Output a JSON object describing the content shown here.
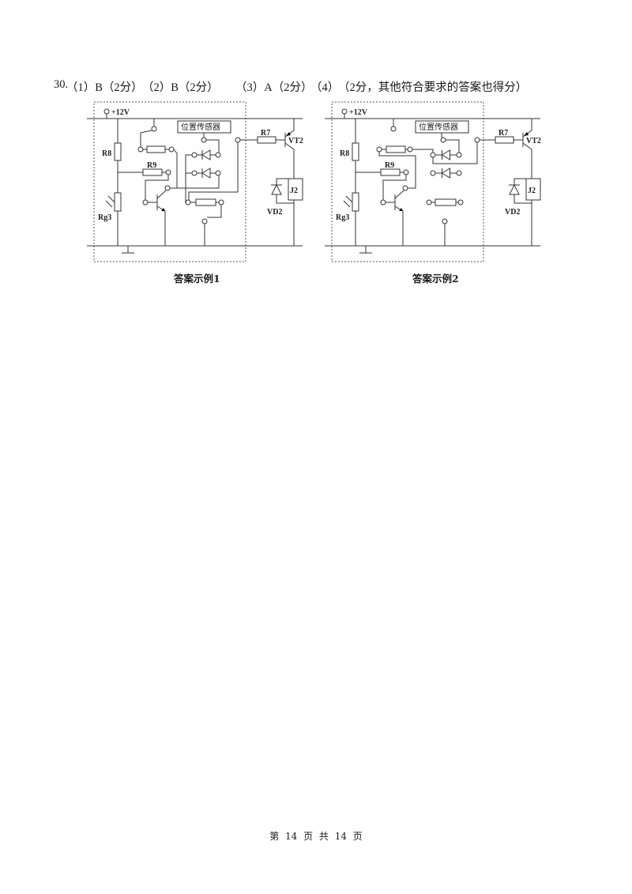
{
  "answer": {
    "q_number": "30.",
    "part1": "（1）B（2分）",
    "part2": "（2）B（2分）",
    "part3": "（3）A（2分）",
    "part4": "（4）",
    "part4_note": "（2分，其他符合要求的答案也得分）"
  },
  "diagrams": [
    {
      "caption": "答案示例1",
      "labels": {
        "supply": "+12V",
        "r8": "R8",
        "r9": "R9",
        "rg3": "Rg3",
        "sensor": "位置传感器",
        "r7": "R7",
        "vt2": "VT2",
        "j2": "J2",
        "vd2": "VD2"
      }
    },
    {
      "caption": "答案示例2",
      "labels": {
        "supply": "+12V",
        "r8": "R8",
        "r9": "R9",
        "rg3": "Rg3",
        "sensor": "位置传感器",
        "r7": "R7",
        "vt2": "VT2",
        "j2": "J2",
        "vd2": "VD2"
      }
    }
  ],
  "footer": "第 14 页 共 14 页"
}
